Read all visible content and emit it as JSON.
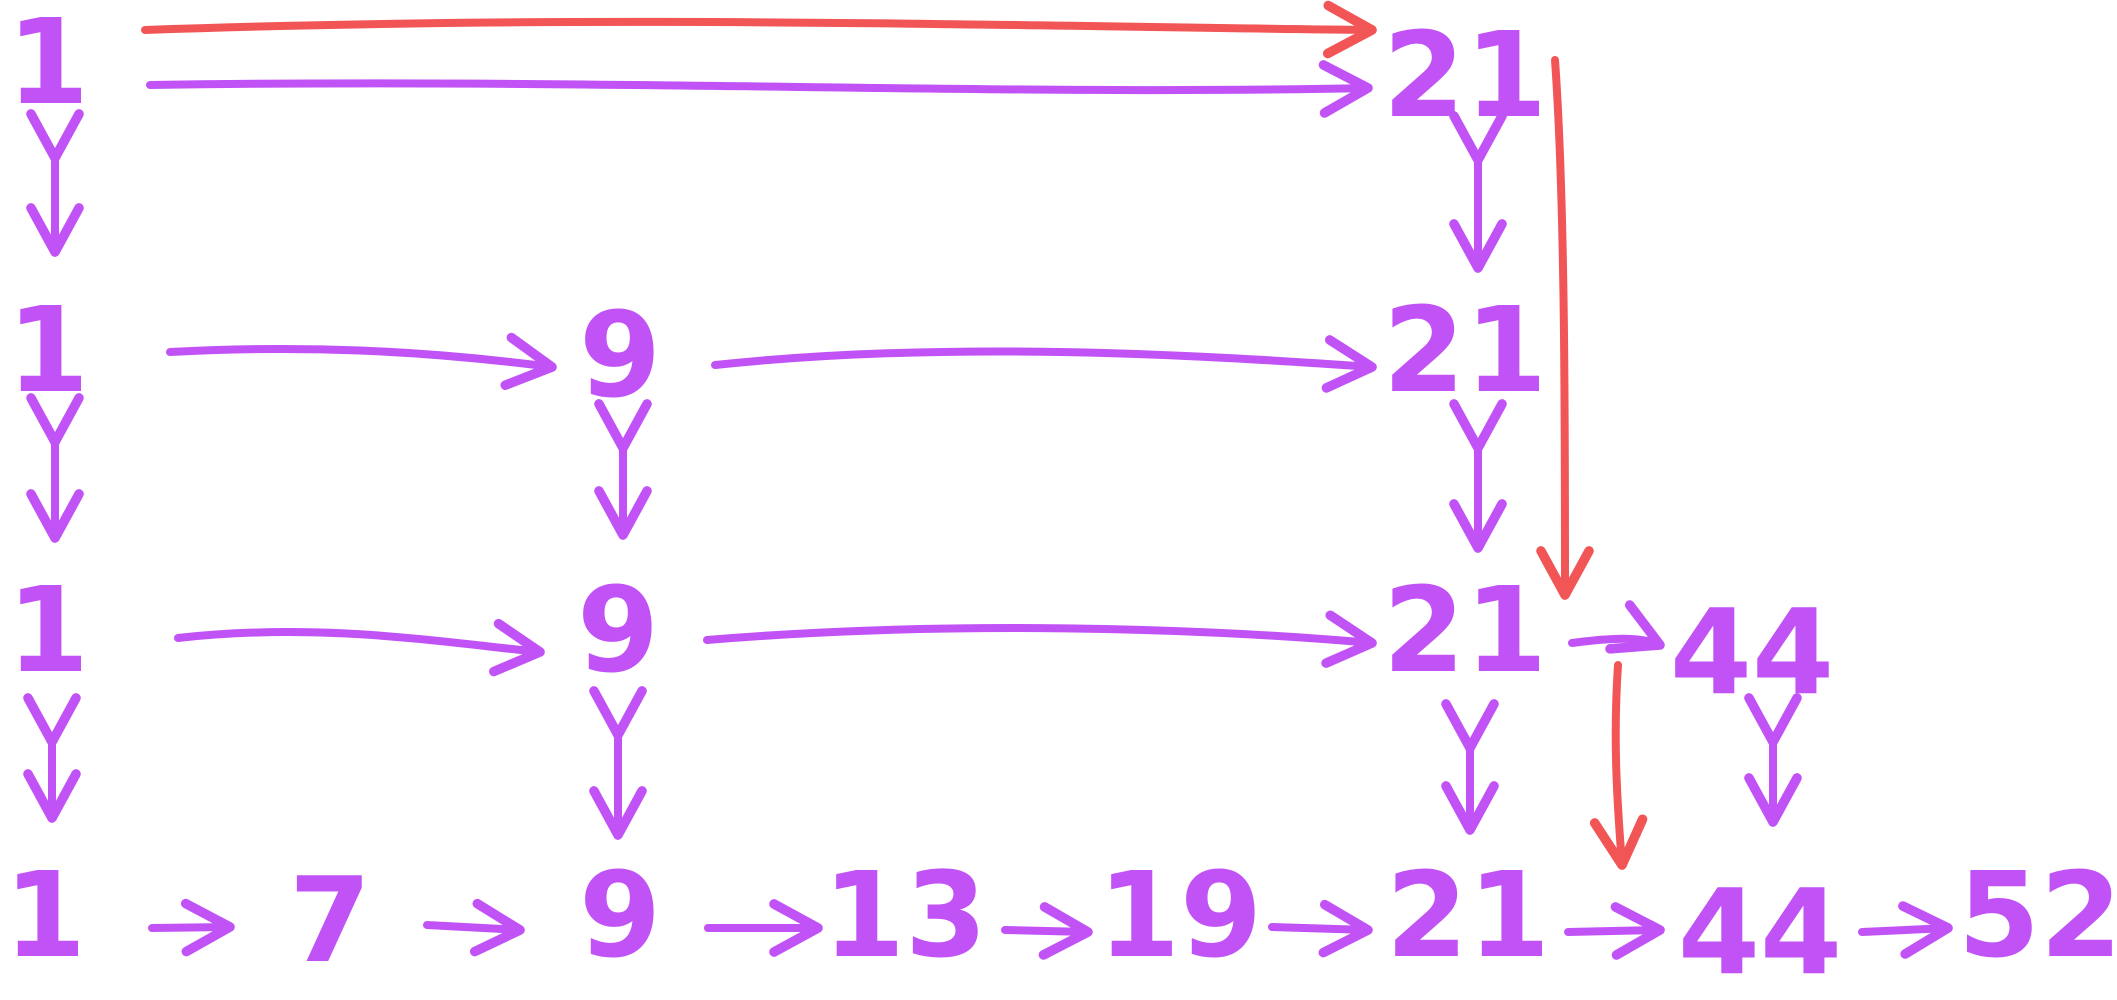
{
  "colors": {
    "node": "#c152f5",
    "primary": "#c152f5",
    "highlight": "#f25555",
    "background": "#ffffff"
  },
  "nodes": {
    "r1c1": "1",
    "r1c5": "21",
    "r2c1": "1",
    "r2c2": "9",
    "r2c5": "21",
    "r3c1": "1",
    "r3c2": "9",
    "r3c5": "21",
    "r3c6": "44",
    "r4c1": "1",
    "r4c2": "7",
    "r4c3": "9",
    "r4c4": "13",
    "r4c5": "19",
    "r4c6": "21",
    "r4c7": "44",
    "r4c8": "52"
  }
}
